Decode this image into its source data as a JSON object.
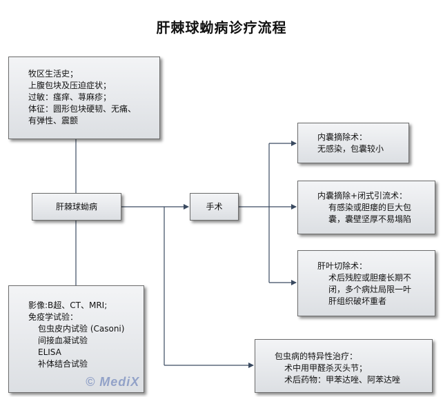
{
  "title": "肝棘球蚴病诊疗流程",
  "history_box": {
    "lines": [
      "牧区生活史；",
      "上腹包块及压迫症状；",
      "过敏：瘙痒、荨麻疹；",
      "体征：圆形包块硬韧、无痛、",
      "有弹性、震颤"
    ]
  },
  "disease_box": {
    "label": "肝棘球蚴病"
  },
  "surgery_box": {
    "label": "手术"
  },
  "exam_box": {
    "lines": [
      "影像:B超、CT、MRI;",
      "免疫学试验：",
      "包虫皮内试验 (Casoni)",
      "间接血凝试验",
      "ELISA",
      "补体结合试验"
    ]
  },
  "option1": {
    "title": "内囊摘除术：",
    "detail": [
      "无感染，包囊较小"
    ]
  },
  "option2": {
    "title": "内囊摘除+闭式引流术：",
    "detail": [
      "有感染或胆瘘的巨大包",
      "囊，囊壁坚厚不易塌陷"
    ]
  },
  "option3": {
    "title": "肝叶切除术：",
    "detail": [
      "术后残腔或胆瘘长期不",
      "闭，多个病灶局限一叶",
      "肝组织破坏重者"
    ]
  },
  "option4": {
    "title": "包虫病的特异性治疗：",
    "detail": [
      "术中用甲醛杀灭头节；",
      "术后药物：甲苯达唑、阿苯达唑"
    ]
  },
  "watermark": "© MediX"
}
